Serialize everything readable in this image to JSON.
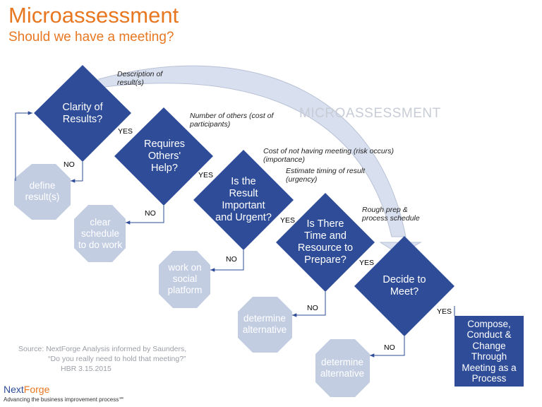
{
  "header": {
    "title": "Microassessment",
    "subtitle": "Should we have a meeting?"
  },
  "watermark": "MICROASSESSMENT",
  "decisions": [
    {
      "id": "clarity",
      "label": "Clarity of Results?"
    },
    {
      "id": "help",
      "label": "Requires Others' Help?"
    },
    {
      "id": "important",
      "label": "Is the Result Important and Urgent?"
    },
    {
      "id": "time",
      "label": "Is There Time and Resource to Prepare?"
    },
    {
      "id": "decide",
      "label": "Decide to Meet?"
    }
  ],
  "outcomes": [
    {
      "id": "define",
      "label": "define result(s)"
    },
    {
      "id": "clear",
      "label": "clear schedule to do work"
    },
    {
      "id": "social",
      "label": "work on social platform"
    },
    {
      "id": "alt1",
      "label": "determine alternative"
    },
    {
      "id": "alt2",
      "label": "determine alternative"
    }
  ],
  "final_box": {
    "label": "Compose, Conduct & Change Through Meeting as a Process"
  },
  "labels": {
    "yes": "YES",
    "no": "NO"
  },
  "annotations": {
    "a1": "Description of result(s)",
    "a2": "Number of others (cost of participants)",
    "a3": "Cost of not having meeting (risk occurs) (importance)",
    "a4": "Estimate timing of result (urgency)",
    "a5": "Rough prep & process schedule"
  },
  "source": {
    "line1": "Source:  NextForge Analysis informed by Saunders,",
    "line2": "“Do you really need to hold that meeting?”",
    "line3": "HBR 3.15.2015"
  },
  "brand": {
    "name_part1": "Next",
    "name_part2": "Forge",
    "tagline": "Advancing the business improvement process℠"
  },
  "colors": {
    "orange": "#e87722",
    "navy": "#2e4c97",
    "light": "#c3cde2",
    "arrow": "#d8dfee"
  }
}
